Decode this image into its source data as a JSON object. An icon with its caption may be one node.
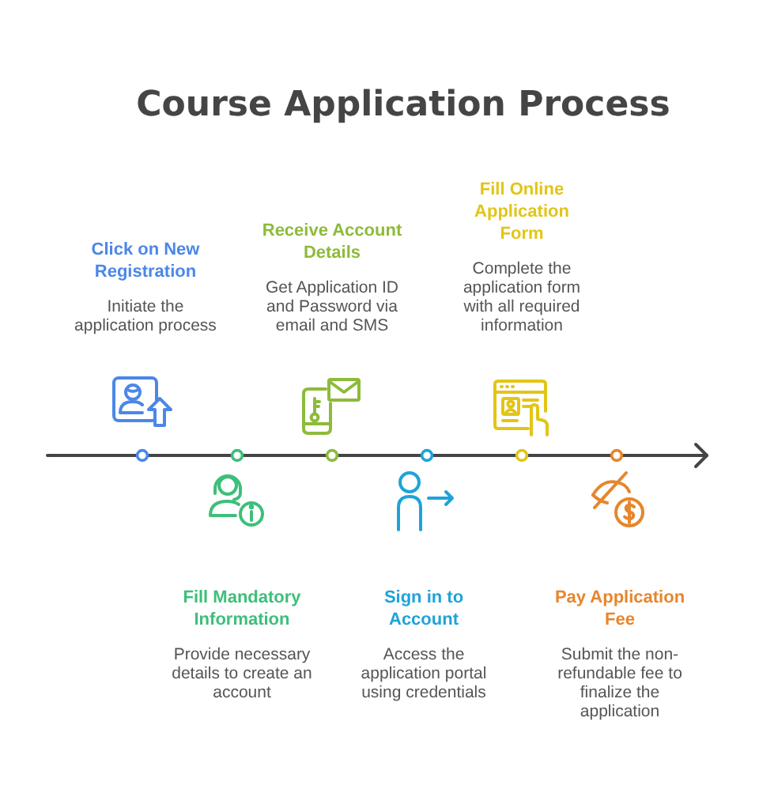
{
  "diagram": {
    "title": "Course Application Process",
    "nodes": [
      {
        "text": [
          "Click on New Registration",
          "Initiate the application process"
        ]
      },
      {
        "text": [
          "Fill Mandatory Information",
          "Provide necessary details to create an account"
        ]
      },
      {
        "text": [
          "Receive Account Details",
          "Get Application ID and Password via email and SMS"
        ]
      },
      {
        "text": [
          "Sign in to Account",
          "Access the application portal using credentials"
        ]
      },
      {
        "text": [
          "Fill Online Application Form",
          "Complete the application form with all required information"
        ]
      },
      {
        "text": [
          "Pay Application Fee",
          "Submit the non-refundable fee to finalize the application"
        ]
      }
    ]
  }
}
